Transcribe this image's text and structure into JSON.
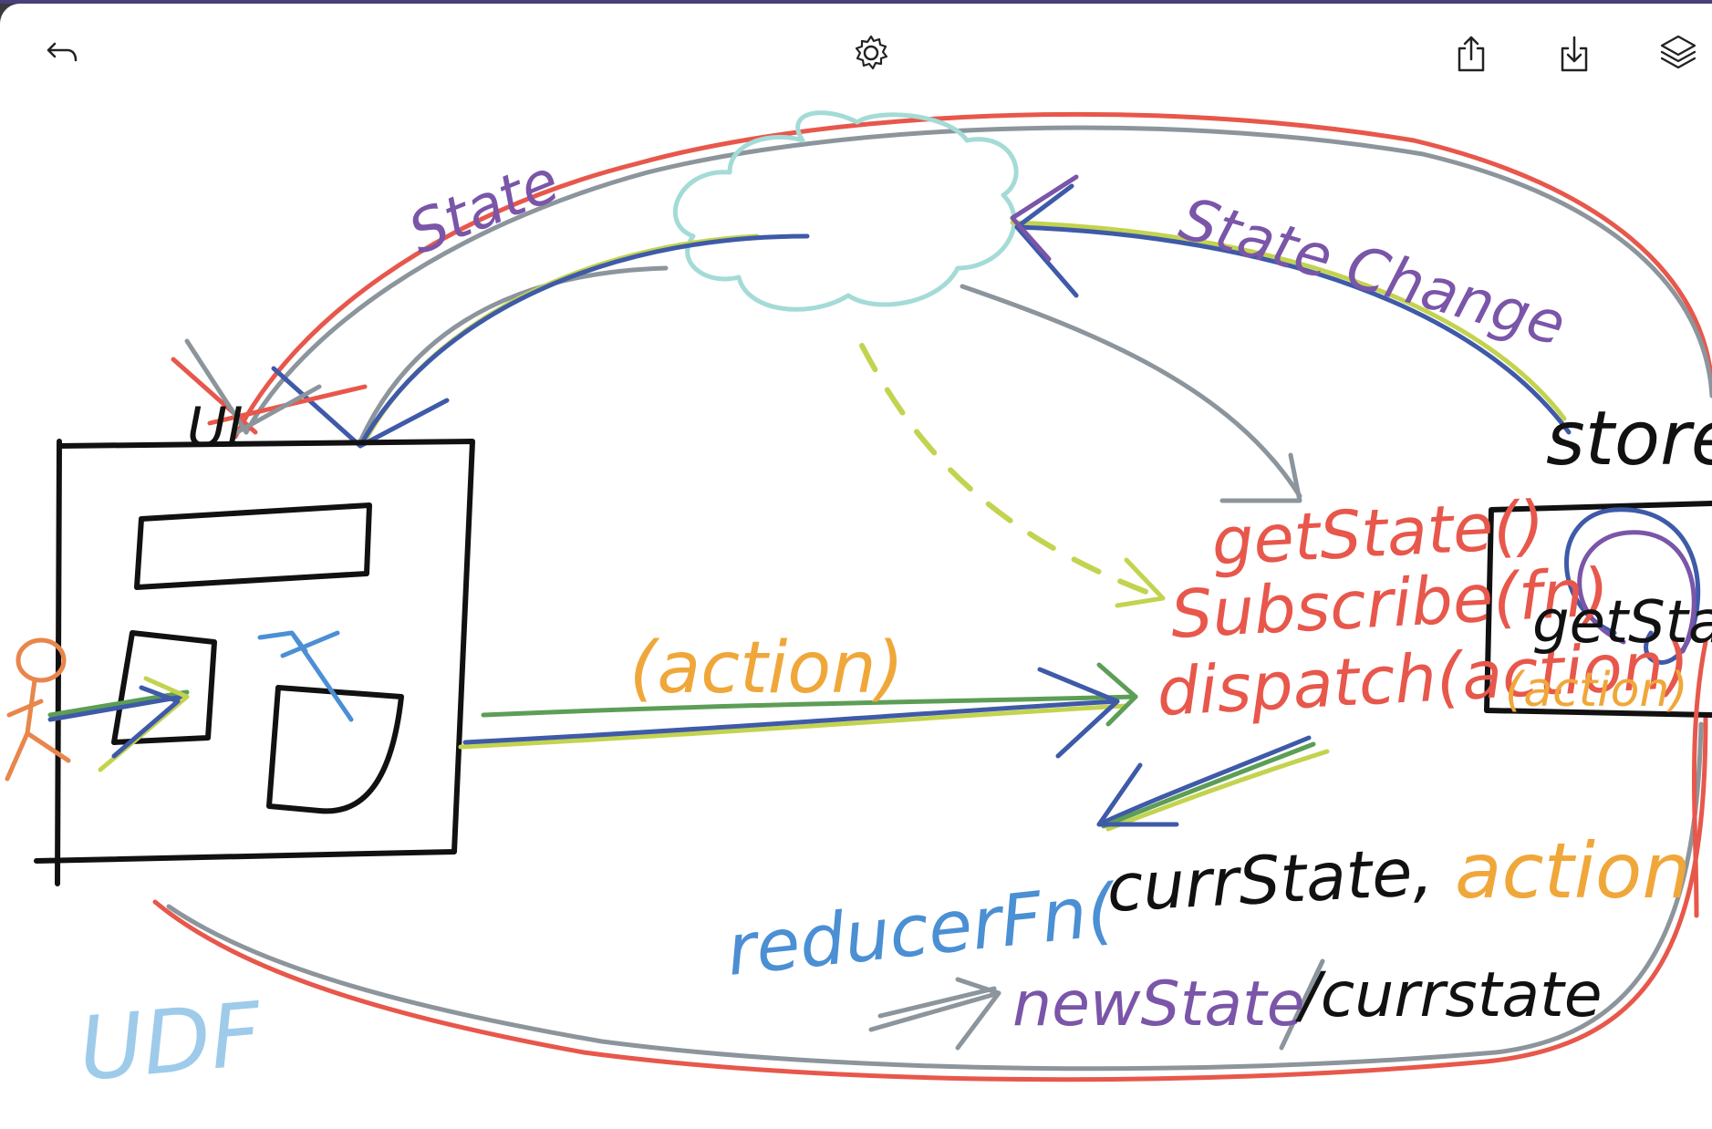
{
  "toolbar": {
    "back_icon": "undo-arrow-icon",
    "settings_icon": "gear-icon",
    "share_icon": "share-icon",
    "save_icon": "download-icon",
    "layers_icon": "layers-icon"
  },
  "colors": {
    "red": "#e8574b",
    "gray": "#8c959c",
    "blue": "#3e5aa8",
    "lime": "#c3d34f",
    "green": "#5c9e55",
    "purple": "#7a55a8",
    "teal": "#a4dbd6",
    "orange": "#f0a73a",
    "lightblue": "#9ecbea",
    "sky": "#4b8fd4",
    "black": "#111111"
  },
  "labels": {
    "state": "State",
    "state_change": "State Change",
    "ui": "UI",
    "store": "store",
    "action": "(action)",
    "get_state": "getState()",
    "subscribe": "Subscribe(fn)",
    "dispatch": "dispatch(action)",
    "store_box": "getState",
    "store_box_action": "(action)",
    "reducer_fn": "reducerFn(",
    "curr_state": "currState,",
    "action_arg": "action",
    "new_state": "newState",
    "slash_curr_state": "/currstate",
    "udf": "UDF"
  }
}
